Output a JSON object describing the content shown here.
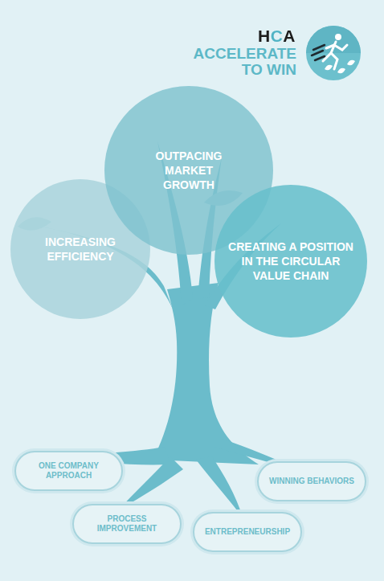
{
  "diagram": {
    "title": "ACCELERATE TO WIN",
    "nodes": [
      {
        "text": [
          "OUTPACING MARKET GROWTH"
        ]
      },
      {
        "text": [
          "INCREASING EFFICIENCY"
        ]
      },
      {
        "text": [
          "CREATING A POSITION IN THE CIRCULAR VALUE CHAIN"
        ]
      },
      {
        "text": [
          "ONE COMPANY APPROACH"
        ]
      },
      {
        "text": [
          "WINNING BEHAVIORS"
        ]
      },
      {
        "text": [
          "PROCESS IMPROVEMENT"
        ]
      },
      {
        "text": [
          "ENTREPRENEURSHIP"
        ]
      }
    ],
    "labels": [
      "HCA"
    ]
  }
}
